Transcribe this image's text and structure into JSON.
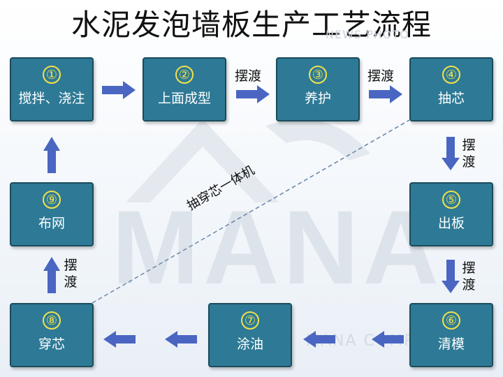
{
  "title": "水泥发泡墙板生产工艺流程",
  "watermarks": {
    "top": "NEWS PHOTO",
    "big": "MANA",
    "bottom": "MANA COMPANY"
  },
  "steps": [
    {
      "num": "①",
      "label": "搅拌、浇注"
    },
    {
      "num": "②",
      "label": "上面成型"
    },
    {
      "num": "③",
      "label": "养护"
    },
    {
      "num": "④",
      "label": "抽芯"
    },
    {
      "num": "⑤",
      "label": "出板"
    },
    {
      "num": "⑥",
      "label": "清模"
    },
    {
      "num": "⑦",
      "label": "涂油"
    },
    {
      "num": "⑧",
      "label": "穿芯"
    },
    {
      "num": "⑨",
      "label": "布网"
    }
  ],
  "transfer_label": "摆渡",
  "transfer_label_chars": [
    "摆",
    "渡"
  ],
  "diagonal_label": "抽穿芯一体机",
  "colors": {
    "box_fill": "#2e7a96",
    "box_border": "#1a4b5c",
    "number": "#f2e14a",
    "arrow": "#4a66c2"
  }
}
